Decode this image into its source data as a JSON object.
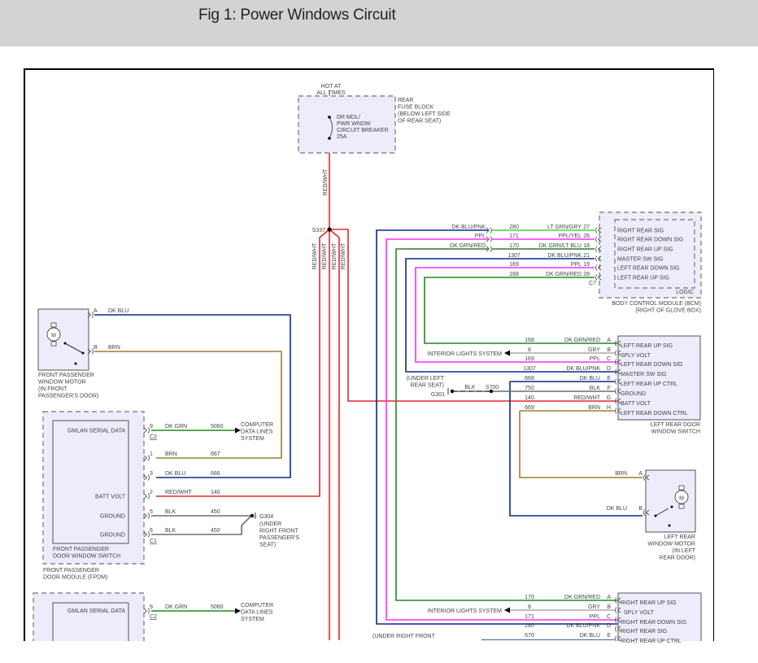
{
  "header": {
    "title": "Fig 1: Power Windows Circuit"
  },
  "colors": {
    "header_bg": "#d3d3d3",
    "red_wht": "#e8262a",
    "dk_blu": "#0a2a8a",
    "brn": "#9a7e3c",
    "dk_grn": "#1e8a1e",
    "ppl": "#ff2bff",
    "lt_grn": "#4ccf4c",
    "blk": "#6e6e6e",
    "gry": "#aaaaaa",
    "module_fill": "#ececfb"
  },
  "fuse_block": {
    "hot_label": [
      "HOT AT",
      "ALL TIMES"
    ],
    "breaker_label": [
      "DR MDL/",
      "PWR WNDW",
      "CIRCUIT BREAKER",
      "25A"
    ],
    "location": [
      "REAR",
      "FUSE BLOCK",
      "(BELOW LEFT SIDE",
      "OF REAR SEAT)"
    ]
  },
  "splice": {
    "name": "S337",
    "main_wire": "RED/WHT",
    "branch_labels": [
      "RED/WHT",
      "RED/WHT",
      "RED/WHT",
      "RED/WHT"
    ]
  },
  "bcm": {
    "name": [
      "BODY CONTROL MODULE (BCM)",
      "(RIGHT OF GLOVE BOX)"
    ],
    "logic_label": "LOGIC",
    "connector": "C7",
    "pins": [
      {
        "left_color": "DK BLU/PNK",
        "circuit": "280",
        "right_color": "LT GRN/GRY",
        "pin": "27",
        "signal": "RIGHT REAR SIG"
      },
      {
        "left_color": "PPL",
        "circuit": "171",
        "right_color": "PPL/YEL",
        "pin": "26",
        "signal": "RIGHT REAR DOWN SIG"
      },
      {
        "left_color": "DK GRN/RED",
        "circuit": "170",
        "right_color": "DK GRN/LT BLU",
        "pin": "18",
        "signal": "RIGHT REAR UP SIG"
      },
      {
        "left_color": "",
        "circuit": "1307",
        "right_color": "DK BLU/PNK",
        "pin": "21",
        "signal": "MASTER SW SIG"
      },
      {
        "left_color": "",
        "circuit": "169",
        "right_color": "PPL",
        "pin": "19",
        "signal": "LEFT REAR DOWN SIG"
      },
      {
        "left_color": "",
        "circuit": "168",
        "right_color": "DK GRN/RED",
        "pin": "28",
        "signal": "LEFT REAR UP SIG"
      }
    ]
  },
  "front_pass_motor": {
    "name": [
      "FRONT PASSENGER",
      "WINDOW MOTOR",
      "(IN FRONT",
      "PASSENGER'S DOOR)"
    ],
    "pins": [
      {
        "pin": "A",
        "color": "DK BLU"
      },
      {
        "pin": "B",
        "color": "BRN"
      }
    ],
    "motor_symbol": "M"
  },
  "fpdm": {
    "switch_name": [
      "FRONT PASSENGER",
      "DOOR WINDOW SWITCH"
    ],
    "module_name": [
      "FRONT PASSENGER",
      "DOOR MODULE (FPDM)"
    ],
    "pins": [
      {
        "signal": "GMLAN SERIAL DATA",
        "pin": "9",
        "connector": "C2",
        "color": "DK GRN",
        "circuit": "5060"
      },
      {
        "signal": "",
        "pin": "1",
        "connector": "",
        "color": "BRN",
        "circuit": "667"
      },
      {
        "signal": "",
        "pin": "3",
        "connector": "",
        "color": "DK BLU",
        "circuit": "666"
      },
      {
        "signal": "BATT VOLT",
        "pin": "2",
        "connector": "",
        "color": "RED/WHT",
        "circuit": "140"
      },
      {
        "signal": "GROUND",
        "pin": "5",
        "connector": "",
        "color": "BLK",
        "circuit": "450"
      },
      {
        "signal": "GROUND",
        "pin": "6",
        "connector": "C1",
        "color": "BLK",
        "circuit": "450"
      }
    ],
    "data_dest": [
      "COMPUTER",
      "DATA LINES",
      "SYSTEM"
    ],
    "ground": {
      "name": "G304",
      "location": [
        "(UNDER",
        "RIGHT FRONT",
        "PASSENGER'S",
        "SEAT)"
      ]
    }
  },
  "lr_switch": {
    "name": [
      "LEFT REAR DOOR",
      "WINDOW SWITCH"
    ],
    "interior_lights": "INTERIOR LIGHTS SYSTEM",
    "ground": {
      "location": [
        "(UNDER LEFT",
        "REAR SEAT)"
      ],
      "name": "G301",
      "wire": "BLK",
      "splice": "S700"
    },
    "pins": [
      {
        "circuit": "168",
        "color": "DK GRN/RED",
        "pin": "A",
        "signal": "LEFT REAR UP SIG"
      },
      {
        "circuit": "8",
        "color": "GRY",
        "pin": "B",
        "signal": "SPLY VOLT"
      },
      {
        "circuit": "169",
        "color": "PPL",
        "pin": "C",
        "signal": "LEFT REAR DOWN SIG"
      },
      {
        "circuit": "1307",
        "color": "DK BLU/PNK",
        "pin": "D",
        "signal": "MASTER SW SIG"
      },
      {
        "circuit": "668",
        "color": "DK BLU",
        "pin": "E",
        "signal": "LEFT REAR UP CTRL"
      },
      {
        "circuit": "750",
        "color": "BLK",
        "pin": "F",
        "signal": "GROUND"
      },
      {
        "circuit": "140",
        "color": "RED/WHT",
        "pin": "G",
        "signal": "BATT VOLT"
      },
      {
        "circuit": "669",
        "color": "BRN",
        "pin": "H",
        "signal": "LEFT REAR DOWN CTRL"
      }
    ]
  },
  "lr_motor": {
    "name": [
      "LEFT REAR",
      "WINDOW MOTOR",
      "(IN LEFT",
      "REAR DOOR)"
    ],
    "pins": [
      {
        "pin": "A",
        "color": "BRN"
      },
      {
        "pin": "B",
        "color": "DK BLU"
      }
    ],
    "motor_symbol": "M"
  },
  "driver_module": {
    "pins": [
      {
        "signal": "GMLAN SERIAL DATA",
        "pin": "9",
        "connector": "C2",
        "color": "DK GRN",
        "circuit": "5060"
      }
    ],
    "data_dest": [
      "COMPUTER",
      "DATA LINES",
      "SYSTEM"
    ]
  },
  "rr_switch": {
    "interior_lights": "INTERIOR LIGHTS SYSTEM",
    "ground_location": "(UNDER RIGHT FRONT",
    "pins": [
      {
        "circuit": "170",
        "color": "DK GRN/RED",
        "pin": "A",
        "signal": "RIGHT REAR UP SIG"
      },
      {
        "circuit": "8",
        "color": "GRY",
        "pin": "B",
        "signal": "SPLY VOLT"
      },
      {
        "circuit": "171",
        "color": "PPL",
        "pin": "C",
        "signal": "RIGHT REAR DOWN SIG"
      },
      {
        "circuit": "280",
        "color": "DK BLU/PNK",
        "pin": "D",
        "signal": "RIGHT REAR SIG"
      },
      {
        "circuit": "670",
        "color": "DK BLU",
        "pin": "E",
        "signal": "RIGHT REAR UP CTRL"
      }
    ]
  }
}
